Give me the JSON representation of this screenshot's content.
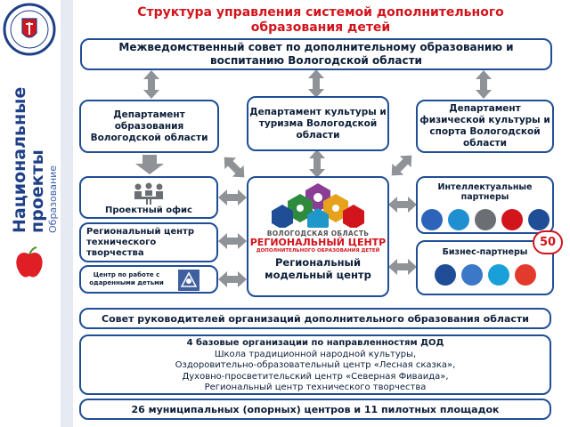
{
  "title": "Структура управления системой дополнительного образования детей",
  "sidebar": {
    "line1": "Национальные",
    "line2": "проекты",
    "line3": "Образование"
  },
  "council": "Межведомственный совет по дополнительному образованию и воспитанию Вологодской области",
  "departments": {
    "education": "Департамент образования Вологодской области",
    "culture": "Департамент культуры и туризма Вологодской области",
    "sport": "Департамент физической культуры и спорта Вологодской области"
  },
  "left_column": {
    "project_office": "Проектный офис",
    "rct": "Региональный центр технического творчества",
    "gifted": "Центр по работе с одаренными детьми"
  },
  "center": {
    "region_text": "ВОЛОГОДСКАЯ ОБЛАСТЬ",
    "rc_main": "РЕГИОНАЛЬНЫЙ ЦЕНТР",
    "rc_sub": "ДОПОЛНИТЕЛЬНОГО ОБРАЗОВАНИЯ ДЕТЕЙ",
    "title": "Региональный модельный центр"
  },
  "right_column": {
    "intel": "Интеллектуальные партнеры",
    "business": "Бизнес-партнеры",
    "badge": "50"
  },
  "bottom": {
    "heads_council": "Совет руководителей организаций дополнительного образования области",
    "base_title": "4 базовые организации по направленностям ДОД",
    "base_lines": [
      "Школа традиционной народной культуры,",
      "Оздоровительно-образовательный центр «Лесная сказка»,",
      "Духовно-просветительский центр «Северная Фиваида»,",
      "Региональный центр технического творчества"
    ],
    "municipal": "26 муниципальных (опорных) центров и 11 пилотных площадок"
  },
  "colors": {
    "title": "#d2141c",
    "border": "#1f4e96",
    "arrow": "#8f9296",
    "accent_blue": "#1f3f86"
  }
}
